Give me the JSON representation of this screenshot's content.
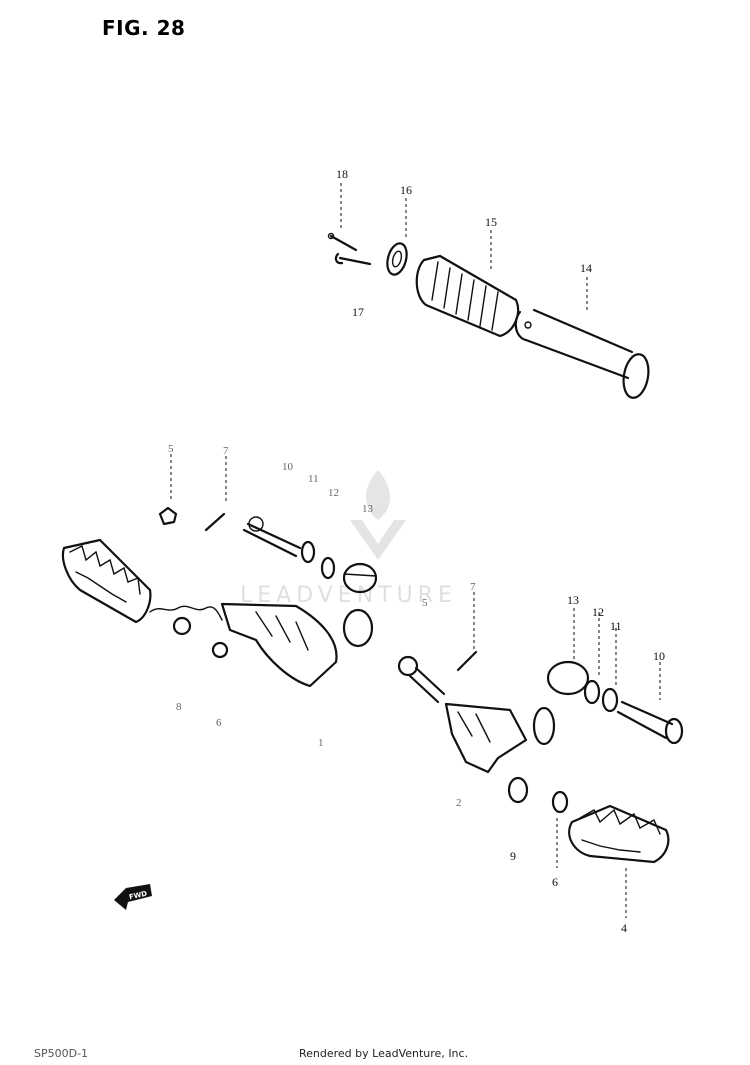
{
  "figure": {
    "title": "FIG. 28"
  },
  "watermark": {
    "text": "LEADVENTURE",
    "logo_icon": "leadventure-flame-logo"
  },
  "callouts": {
    "c18": "18",
    "c16": "16",
    "c15": "15",
    "c14": "14",
    "c17": "17",
    "c5_left": "5",
    "c7_left": "7",
    "c10_left": "10",
    "c11_left": "11",
    "c12_left": "12",
    "c13_left": "13",
    "c5_mid": "5",
    "c7_mid": "7",
    "c8": "8",
    "c6_left": "6",
    "c1": "1",
    "c13_right": "13",
    "c12_right": "12",
    "c11_right": "11",
    "c10_right": "10",
    "c2": "2",
    "c9": "9",
    "c6_right": "6",
    "c4": "4"
  },
  "direction_arrow": {
    "label": "FWD"
  },
  "footer": {
    "drawing_code": "SP500D-1",
    "rendered_by": "Rendered by LeadVenture, Inc."
  }
}
